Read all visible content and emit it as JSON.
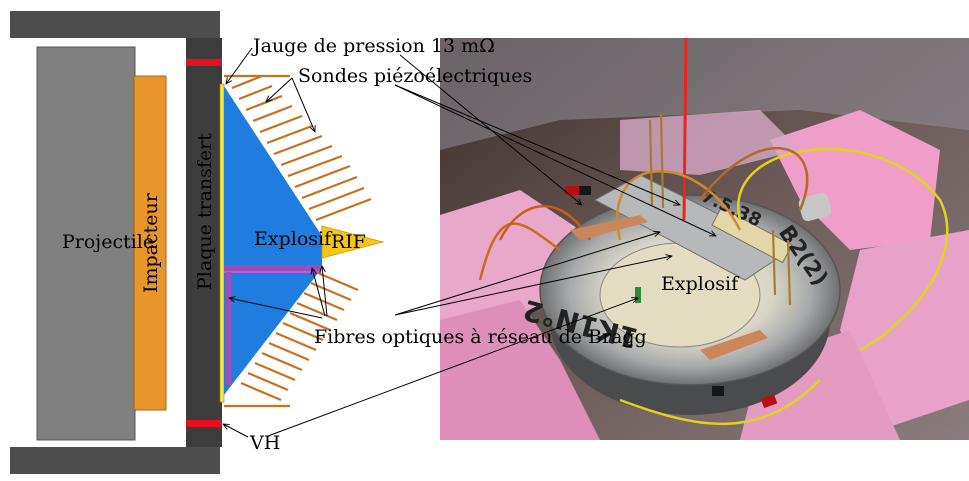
{
  "labels": {
    "gauge": "Jauge de pression 13 mΩ",
    "piezo": "Sondes piézoélectriques",
    "plate": "Plaque transfert",
    "impactor": "Impacteur",
    "projectile": "Projectile",
    "explosive_left": "Explosif",
    "rif": "RIF",
    "bragg": "Fibres optiques à réseau de Bragg",
    "vh": "VH",
    "explosive_photo": "Explosif"
  },
  "photo_markings": {
    "ring_text_top": "B2(2)",
    "ring_text_mid": "7.5.38",
    "ring_text_bottom": "1K1N°2"
  },
  "colors": {
    "housing": "#4d4d4d",
    "projectile": "#808080",
    "impactor": "#e8962c",
    "plate": "#3d3d3d",
    "explosive": "#1f7de0",
    "gauge": "#f3ec3a",
    "probes": "#c9701e",
    "rif": "#f5c518",
    "red_marks": "#e8101e",
    "fibre": "#9b4fb8"
  }
}
